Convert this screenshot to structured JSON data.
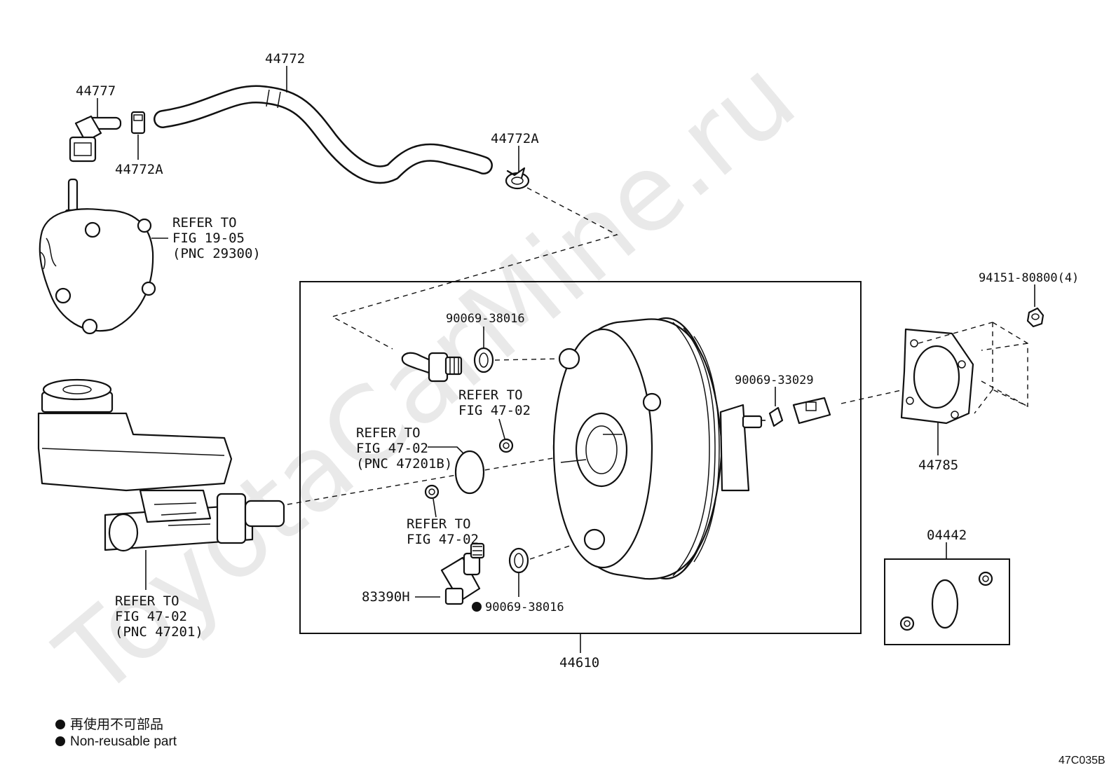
{
  "watermark": "ToyotaCarMine.ru",
  "figure_code": "47C035B",
  "labels": {
    "p44772": "44772",
    "p44777": "44777",
    "p44772a_left": "44772A",
    "p44772a_right": "44772A",
    "p94151": "94151-80800(4)",
    "p90069_top": "90069-38016",
    "p90069_33029": "90069-33029",
    "p44785": "44785",
    "p04442": "04442",
    "p83390h": "83390H",
    "p90069_bottom": "90069-38016",
    "p44610": "44610"
  },
  "refs": {
    "pump": [
      "REFER TO",
      "FIG 19-05",
      "(PNC 29300)"
    ],
    "master_cyl": [
      "REFER TO",
      "FIG 47-02",
      "(PNC 47201)"
    ],
    "oring": [
      "REFER TO",
      "FIG 47-02",
      "(PNC 47201B)"
    ],
    "nut_upper": [
      "REFER TO",
      "FIG 47-02"
    ],
    "nut_lower": [
      "REFER TO",
      "FIG 47-02"
    ]
  },
  "legend": {
    "line1": "再使用不可部品",
    "line2": "Non-reusable part"
  }
}
